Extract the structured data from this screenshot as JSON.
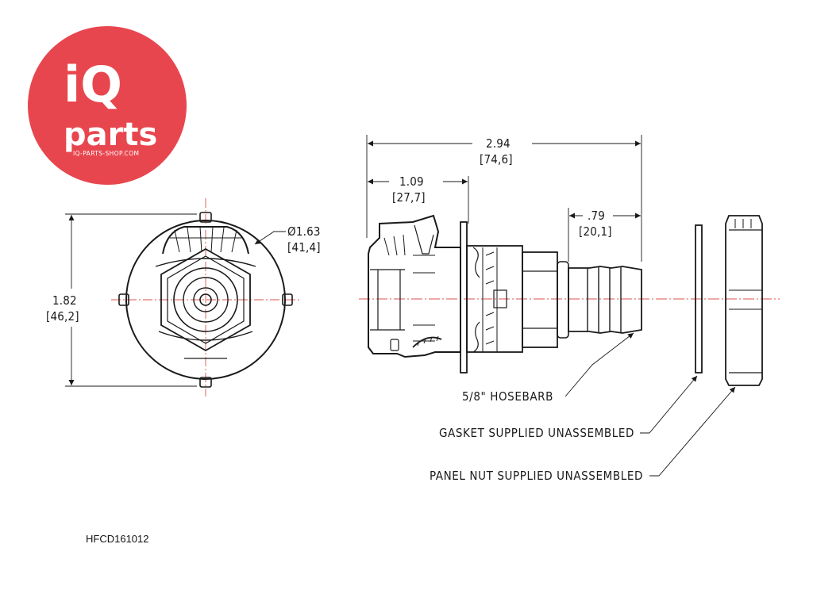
{
  "logo": {
    "brand_top": "iQ",
    "brand_bottom": "parts",
    "website": "IQ-PARTS-SHOP.COM",
    "color": "#e8464e"
  },
  "front_view": {
    "height_dim": "1.82",
    "height_dim_mm": "[46,2]",
    "diameter_dim": "Ø1.63",
    "diameter_dim_mm": "[41,4]"
  },
  "side_view": {
    "overall_length": "2.94",
    "overall_length_mm": "[74,6]",
    "coupling_length": "1.09",
    "coupling_length_mm": "[27,7]",
    "barb_length": ".79",
    "barb_length_mm": "[20,1]"
  },
  "callouts": {
    "hosebarb": "5/8\" HOSEBARB",
    "gasket": "GASKET SUPPLIED UNASSEMBLED",
    "panel_nut": "PANEL NUT SUPPLIED UNASSEMBLED"
  },
  "part_number": "HFCD161012",
  "colors": {
    "line": "#1a1a1a",
    "centerline": "#d9534f"
  }
}
